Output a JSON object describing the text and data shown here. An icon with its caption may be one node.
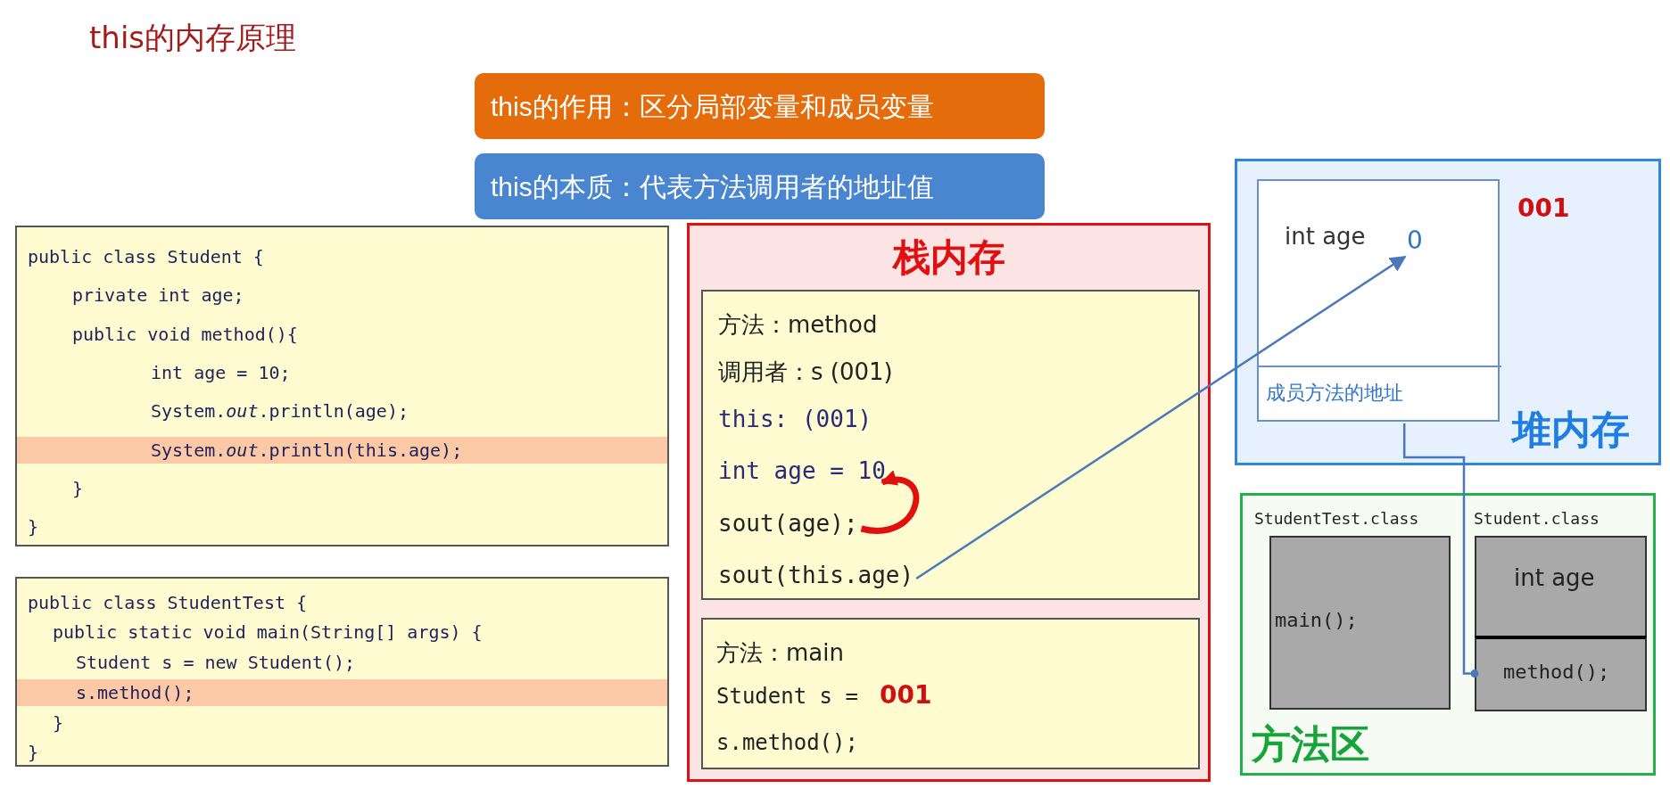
{
  "diagram": {
    "title": "this的内存原理",
    "nodes": [
      {
        "text": [
          "this的作用：区分局部变量和成员变量"
        ]
      },
      {
        "text": [
          "this的本质：代表方法调用者的地址值"
        ]
      },
      {
        "text": [
          "public class Student {",
          "private int age;",
          "public void method(){",
          "int age = 10;",
          "System.*out*.println(age);",
          "System.*out*.println(this.age);",
          "}",
          "}"
        ]
      },
      {
        "text": [
          "public class StudentTest {",
          "public static void main(String[] args) {",
          "Student s = new Student();",
          "s.method();",
          "}",
          "}"
        ]
      },
      {
        "text": [
          "栈内存"
        ]
      },
      {
        "text": [],
        "shape": "box",
        "in": 4
      },
      {
        "text": [
          "方法：method"
        ],
        "in": 5
      },
      {
        "text": [
          "调用者：s (001)"
        ],
        "in": 5
      },
      {
        "text": [
          "this: (001)"
        ],
        "in": 5
      },
      {
        "text": [
          "int age = 10"
        ],
        "in": 5
      },
      {
        "text": [
          "sout(age);"
        ],
        "in": 5
      },
      {
        "text": [
          "sout(this.age)"
        ],
        "in": 5
      },
      {
        "text": [
          "方法：main",
          "Student s =",
          "001",
          "s.method();"
        ],
        "in": 4
      },
      {
        "text": [
          "堆内存"
        ]
      },
      {
        "text": [],
        "shape": "box",
        "in": 13,
        "beside": [
          "001"
        ]
      },
      {
        "text": [
          "0"
        ],
        "in": 14
      },
      {
        "text": [
          "成员方法的地址"
        ],
        "in": 14
      },
      {
        "text": [
          "方法区"
        ]
      },
      {
        "text": [
          "StudentTest.class",
          "main();"
        ],
        "in": 17
      },
      {
        "text": [
          "Student.class"
        ],
        "in": 17
      },
      {
        "text": [
          "int age"
        ],
        "in": 19
      },
      {
        "text": [
          "method();"
        ],
        "in": 19
      }
    ],
    "edges": [
      {
        "from": 10,
        "to": 9,
        "arrow": "to",
        "style": "thick",
        "color": "#e01010"
      },
      {
        "from": 11,
        "to": 15,
        "arrow": "to"
      },
      {
        "from": 16,
        "to": 21,
        "arrow": "other"
      }
    ],
    "labels": [
      "int age"
    ]
  }
}
